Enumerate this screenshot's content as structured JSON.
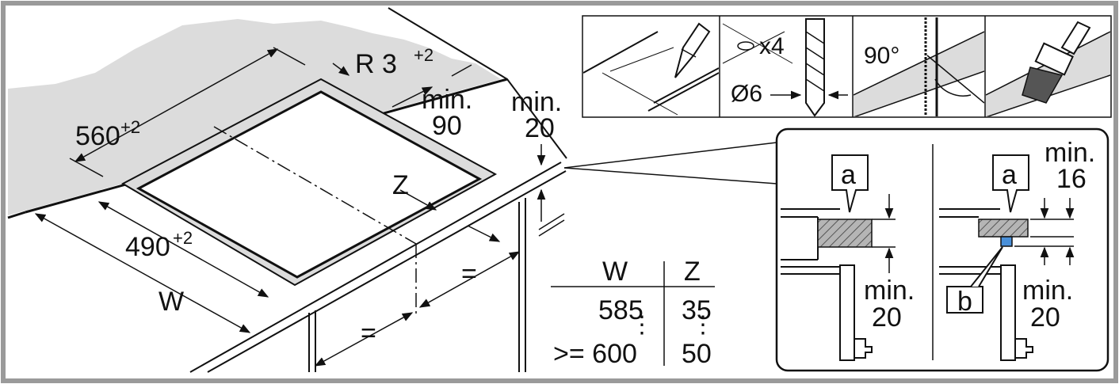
{
  "main_drawing": {
    "dim_width": "560",
    "dim_width_tol": "+2",
    "dim_radius": "R 3",
    "dim_radius_tol": "+2",
    "dim_back_min": "min.",
    "dim_back_val": "90",
    "dim_side_min": "min.",
    "dim_side_val": "20",
    "dim_z": "Z",
    "dim_depth": "490",
    "dim_depth_tol": "+2",
    "dim_w": "W",
    "equal_1": "=",
    "equal_2": "="
  },
  "table": {
    "headers": [
      "W",
      "Z"
    ],
    "rows": [
      [
        "585",
        "35"
      ],
      [
        ">= 600",
        "50"
      ]
    ]
  },
  "steps": {
    "drill_count": "x4",
    "drill_diameter": "Ø6",
    "saw_angle": "90°"
  },
  "detail": {
    "left": {
      "label_a": "a",
      "min": "min.",
      "val": "20"
    },
    "right": {
      "label_a": "a",
      "label_b": "b",
      "top_min": "min.",
      "top_val": "16",
      "bottom_min": "min.",
      "bottom_val": "20"
    }
  },
  "colors": {
    "worktop": "#dcdcdc",
    "hatch": "#8a8a8a",
    "accent_seal": "#4a90d9",
    "border": "#9a9a9a"
  }
}
